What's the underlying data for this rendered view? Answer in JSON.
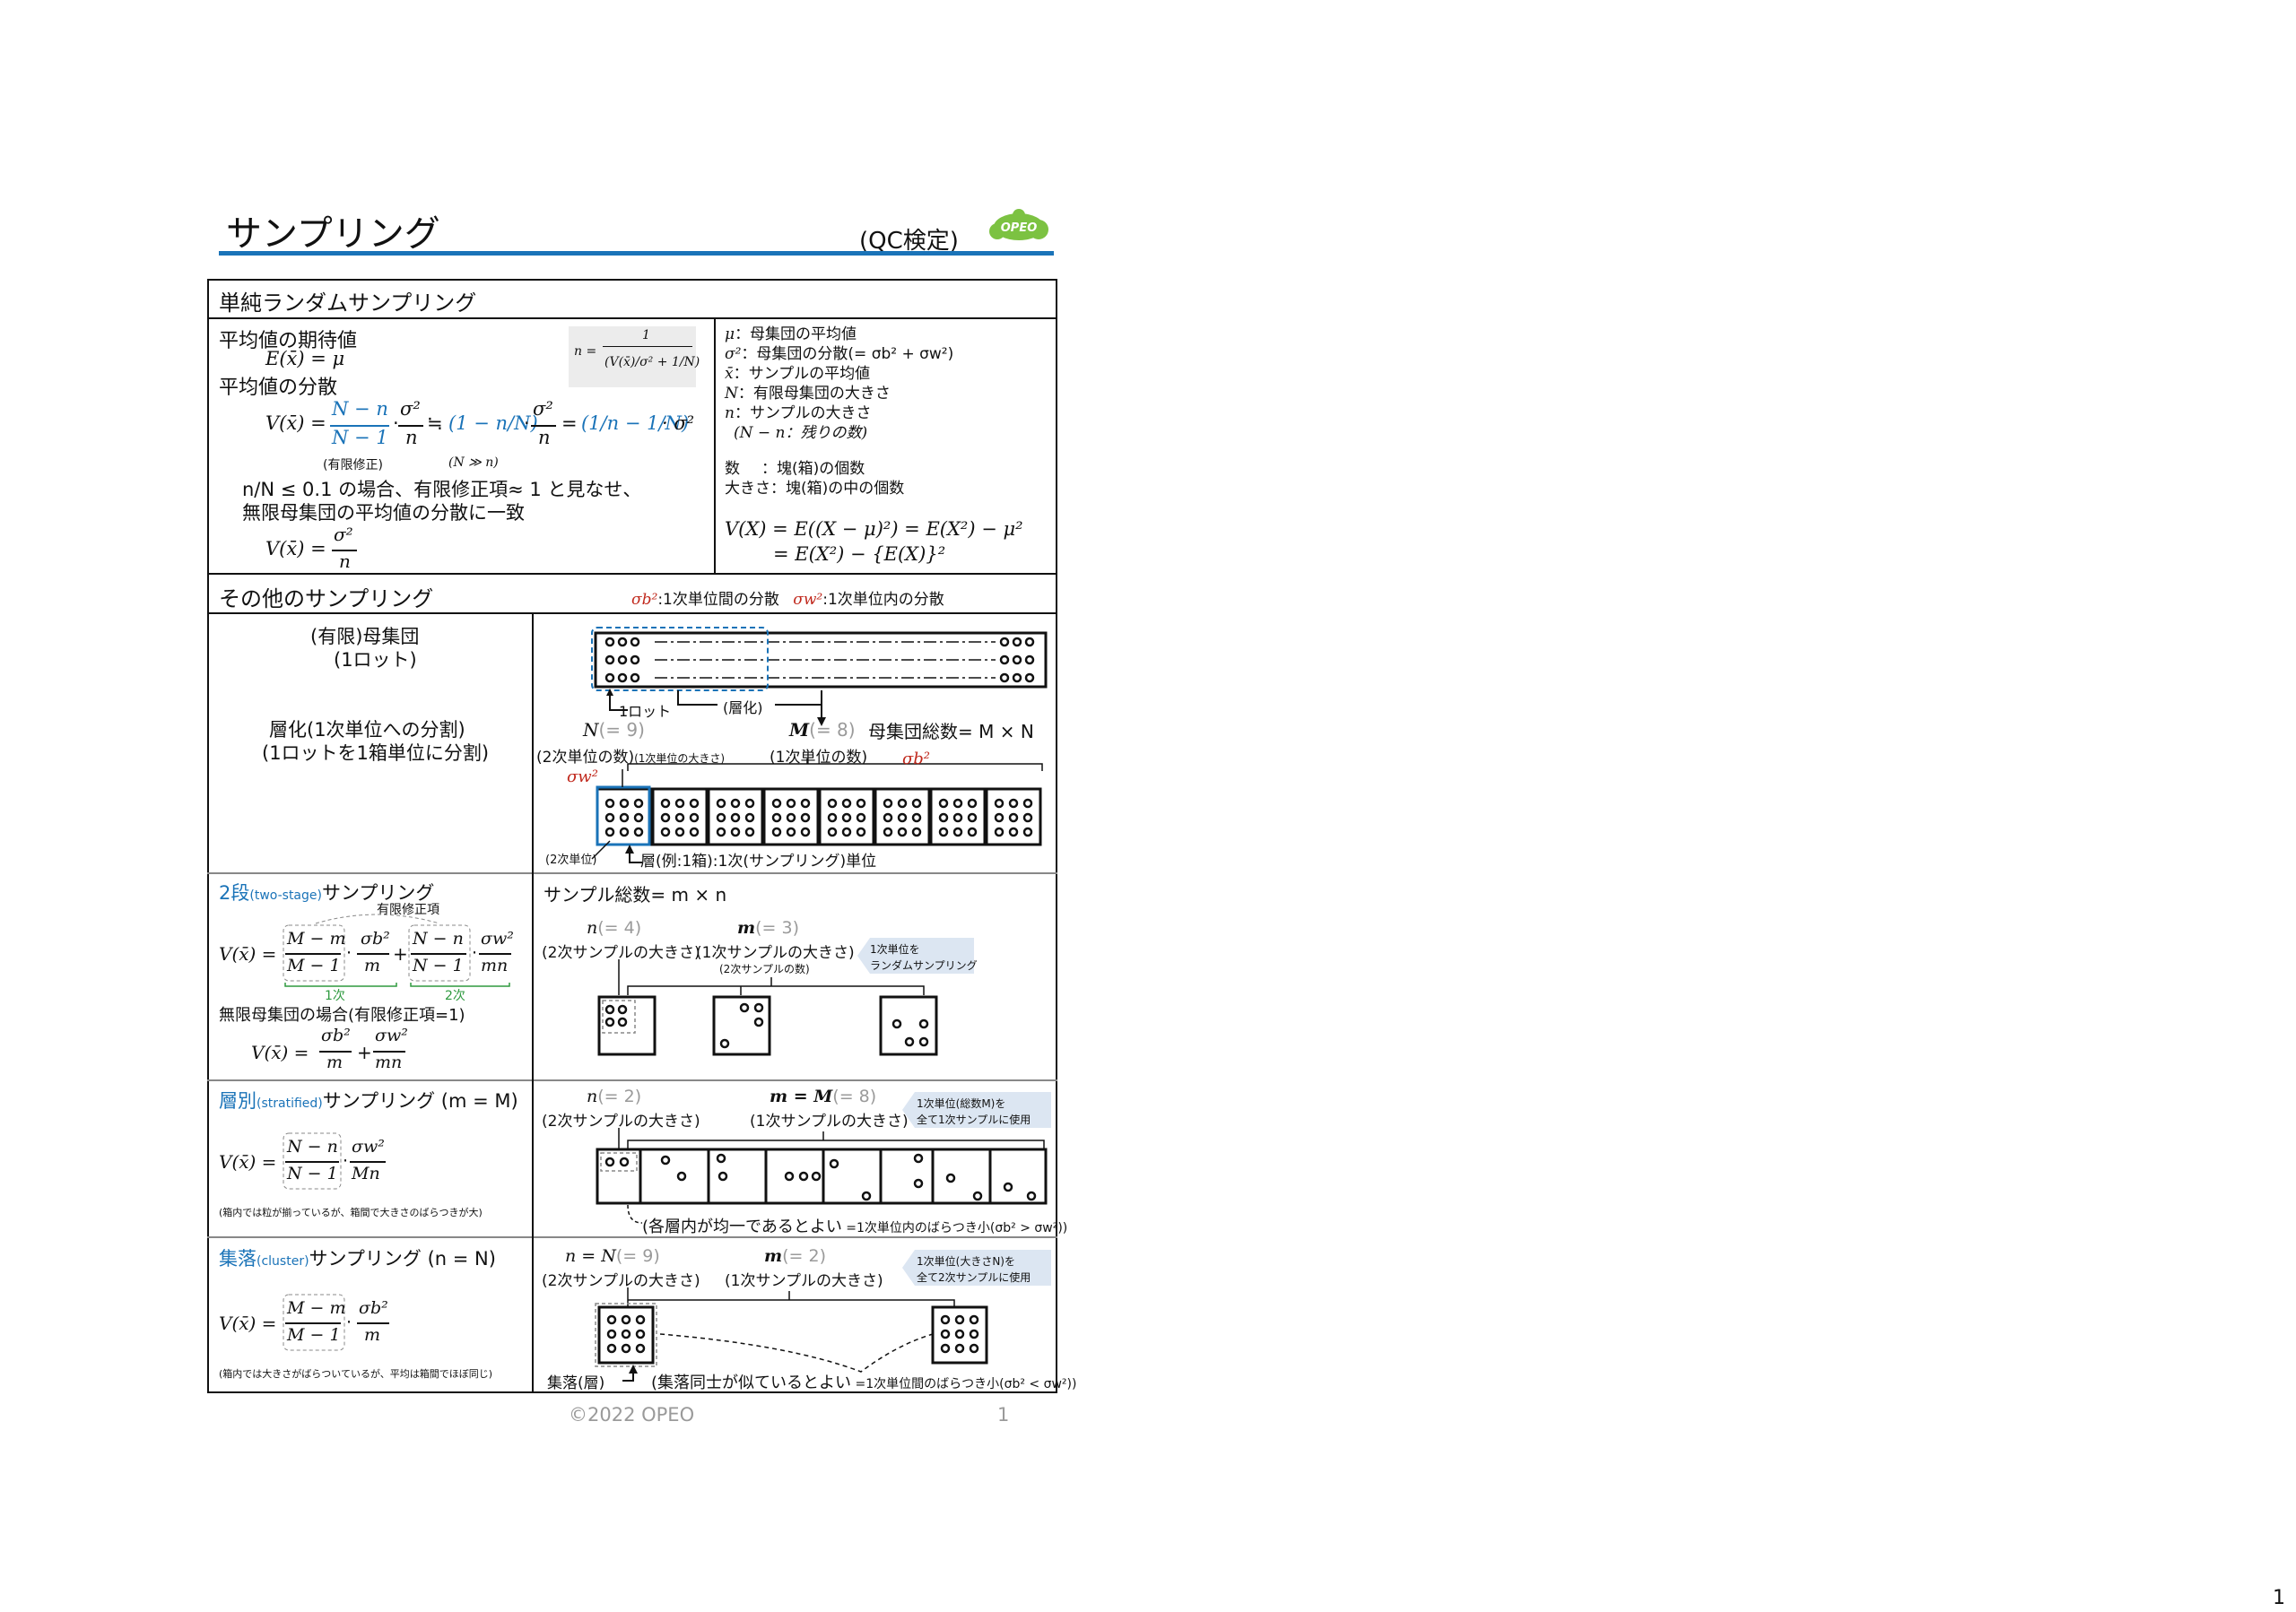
{
  "header": {
    "title": "サンプリング",
    "subtitle": "(QC検定)",
    "logo_text": "OPEO"
  },
  "footer": {
    "copyright": "©2022 OPEO",
    "page": "1",
    "corner_page": "1"
  },
  "simple": {
    "heading": "単純ランダムサンプリング",
    "mean_title": "平均値の期待値",
    "mean_formula": "E(x̄) = μ",
    "var_title": "平均値の分散",
    "var_lhs": "V(x̄) =",
    "frac1_num": "N − n",
    "frac1_den": "N − 1",
    "sig_num": "σ²",
    "sig_den": "n",
    "approx": "≒",
    "frac2": "(1 − n/N)",
    "eq": "=",
    "frac3": "(1/n − 1/N)",
    "times_sig": "· σ²",
    "under1": "(有限修正)",
    "under2": "(N ≫ n)",
    "note1": "n/N ≤ 0.1 の場合、有限修正項≈ 1 と見なせ、",
    "note2": "無限母集団の平均値の分散に一致",
    "final_lhs": "V(x̄) =",
    "final_num": "σ²",
    "final_den": "n",
    "n_formula_lhs": "n =",
    "n_formula_num": "1",
    "n_formula_den": "(V(x̄)/σ² + 1/N)"
  },
  "legend_defs": [
    {
      "sym": "μ",
      "text": "：母集団の平均値"
    },
    {
      "sym": "σ²",
      "text": "：母集団の分散(= σb² + σw²)"
    },
    {
      "sym": "x̄",
      "text": "：サンプルの平均値"
    },
    {
      "sym": "N",
      "text": "：有限母集団の大きさ"
    },
    {
      "sym": "n",
      "text": "：サンプルの大きさ"
    },
    {
      "sym": "",
      "text": "(N − n：残りの数)"
    }
  ],
  "legend_defs2": [
    {
      "sym": "数",
      "text": "：塊(箱)の個数"
    },
    {
      "sym": "大きさ",
      "text": "：塊(箱)の中の個数"
    }
  ],
  "variance_identity": {
    "line1": "V(X) = E((X − μ)²) = E(X²) − μ²",
    "line2": "= E(X²) − {E(X)}²"
  },
  "other": {
    "heading": "その他のサンプリング",
    "sigma_b": "σb²",
    "sigma_b_desc": ":1次単位間の分散",
    "sigma_w": "σw²",
    "sigma_w_desc": ":1次単位内の分散"
  },
  "population": {
    "label1": "(有限)母集団",
    "label2": "(1ロット)",
    "strat1": "層化(1次単位への分割)",
    "strat2": "(1ロットを1箱単位に分割)",
    "lot_label": "1ロット",
    "strat_label": "(層化)",
    "N_label": "N",
    "N_val": "(= 9)",
    "N_desc": "(2次単位の数)",
    "N_desc_small": "(1次単位の大きさ)",
    "M_label": "M",
    "M_val": "(= 8)",
    "M_desc": "(1次単位の数)",
    "total": "母集団総数= M × N",
    "sigma_b": "σb²",
    "sigma_w": "σw²",
    "secondary_unit": "(2次単位)",
    "layer_desc": "層(例:1箱):1次(サンプリング)単位"
  },
  "two_stage": {
    "heading_a": "2段",
    "heading_b": "(two-stage)",
    "heading_c": "サンプリング",
    "fpc_label": "有限修正項",
    "lhs": "V(x̄) =",
    "f1_num": "M − m",
    "f1_den": "M − 1",
    "s1_num": "σb²",
    "s1_den": "m",
    "plus": "+",
    "f2_num": "N − n",
    "f2_den": "N − 1",
    "s2_num": "σw²",
    "s2_den": "mn",
    "first": "1次",
    "second": "2次",
    "inf_note": "無限母集団の場合(有限修正項=1)",
    "inf_lhs": "V(x̄) =",
    "inf1_num": "σb²",
    "inf1_den": "m",
    "inf2_num": "σw²",
    "inf2_den": "mn",
    "total": "サンプル総数= m × n",
    "n_label": "n",
    "n_val": "(= 4)",
    "n_desc": "(2次サンプルの大きさ)",
    "m_label": "m",
    "m_val": "(= 3)",
    "m_desc": "(1次サンプルの大きさ)",
    "m_desc_small": "(2次サンプルの数)",
    "callout1": "1次単位を",
    "callout2": "ランダムサンプリング"
  },
  "stratified": {
    "heading_a": "層別",
    "heading_b": "(stratified)",
    "heading_c": "サンプリング (m = M)",
    "lhs": "V(x̄) =",
    "f_num": "N − n",
    "f_den": "N − 1",
    "s_num": "σw²",
    "s_den": "Mn",
    "note": "(箱内では粒が揃っているが、箱間で大きさのばらつきが大)",
    "n_label": "n",
    "n_val": "(= 2)",
    "n_desc": "(2次サンプルの大きさ)",
    "m_label": "m = M",
    "m_val": "(= 8)",
    "m_desc": "(1次サンプルの大きさ)",
    "callout1": "1次単位(総数M)を",
    "callout2": "全て1次サンプルに使用",
    "bottom_a": "(各層内が均一であるとよい",
    "bottom_b": " =1次単位内のばらつき小(σb² > σw²))"
  },
  "cluster": {
    "heading_a": "集落",
    "heading_b": "(cluster)",
    "heading_c": "サンプリング (n = N)",
    "lhs": "V(x̄) =",
    "f_num": "M − m",
    "f_den": "M − 1",
    "s_num": "σb²",
    "s_den": "m",
    "note": "(箱内では大きさがばらついているが、平均は箱間でほぼ同じ)",
    "n_label": "n = N",
    "n_val": "(= 9)",
    "n_desc": "(2次サンプルの大きさ)",
    "m_label": "m",
    "m_val": "(= 2)",
    "m_desc": "(1次サンプルの大きさ)",
    "callout1": "1次単位(大きさN)を",
    "callout2": "全て2次サンプルに使用",
    "cluster_label": "集落(層)",
    "bottom_a": "(集落同士が似ているとよい",
    "bottom_b": " =1次単位間のばらつき小(σb² < σw²))"
  },
  "colors": {
    "accent_blue": "#1a73b8",
    "sigma_red": "#c0281c",
    "label_green": "#2e9a3f",
    "logo_green": "#7cc242",
    "callout_bg": "#dce6f2"
  }
}
